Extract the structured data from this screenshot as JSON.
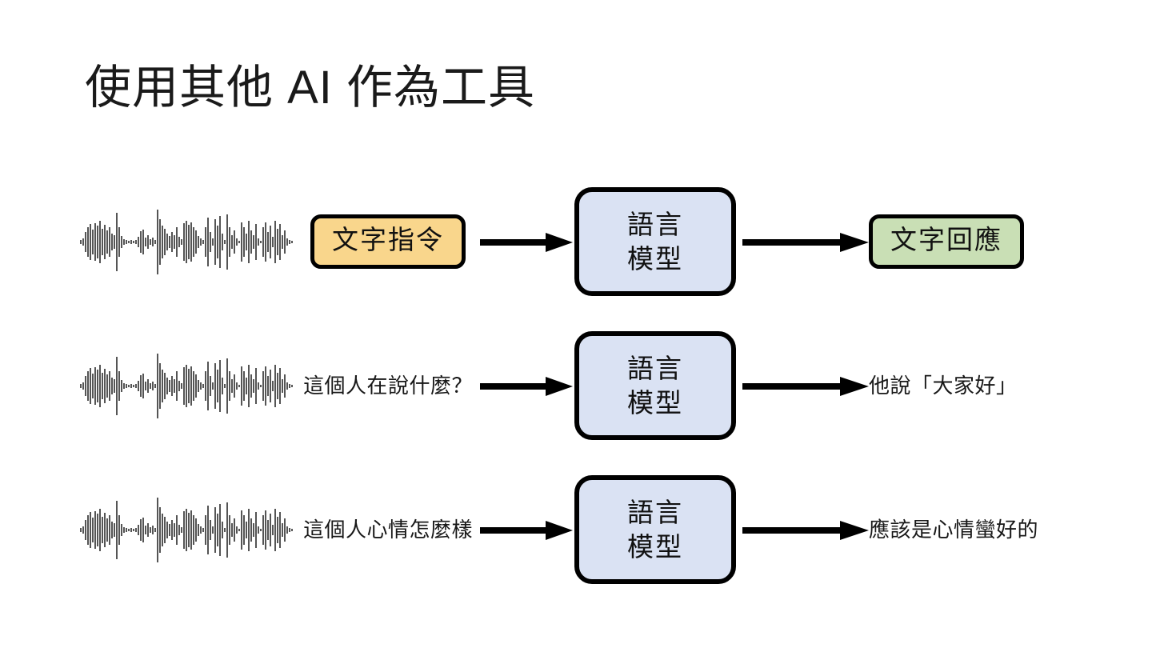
{
  "slide": {
    "title": "使用其他 AI 作為工具",
    "background_color": "#FFFFFF"
  },
  "colors": {
    "prompt_box_fill": "#F9D68C",
    "model_box_fill": "#DAE2F3",
    "response_box_fill": "#C9DFB5",
    "outline": "#000000",
    "waveform": "#555555",
    "text": "#111111"
  },
  "rows": [
    {
      "audio_label": "speech-waveform",
      "prompt": "文字指令",
      "prompt_style": "boxed-orange",
      "model": {
        "line1": "語言",
        "line2": "模型"
      },
      "output": "文字回應",
      "output_style": "boxed-green"
    },
    {
      "audio_label": "speech-waveform",
      "prompt": "這個人在說什麼？",
      "prompt_style": "plain-text",
      "model": {
        "line1": "語言",
        "line2": "模型"
      },
      "output": "他說「大家好」",
      "output_style": "plain-text"
    },
    {
      "audio_label": "speech-waveform",
      "prompt": "這個人心情怎麼樣",
      "prompt_style": "plain-text",
      "model": {
        "line1": "語言",
        "line2": "模型"
      },
      "output": "應該是心情蠻好的",
      "output_style": "plain-text"
    }
  ]
}
